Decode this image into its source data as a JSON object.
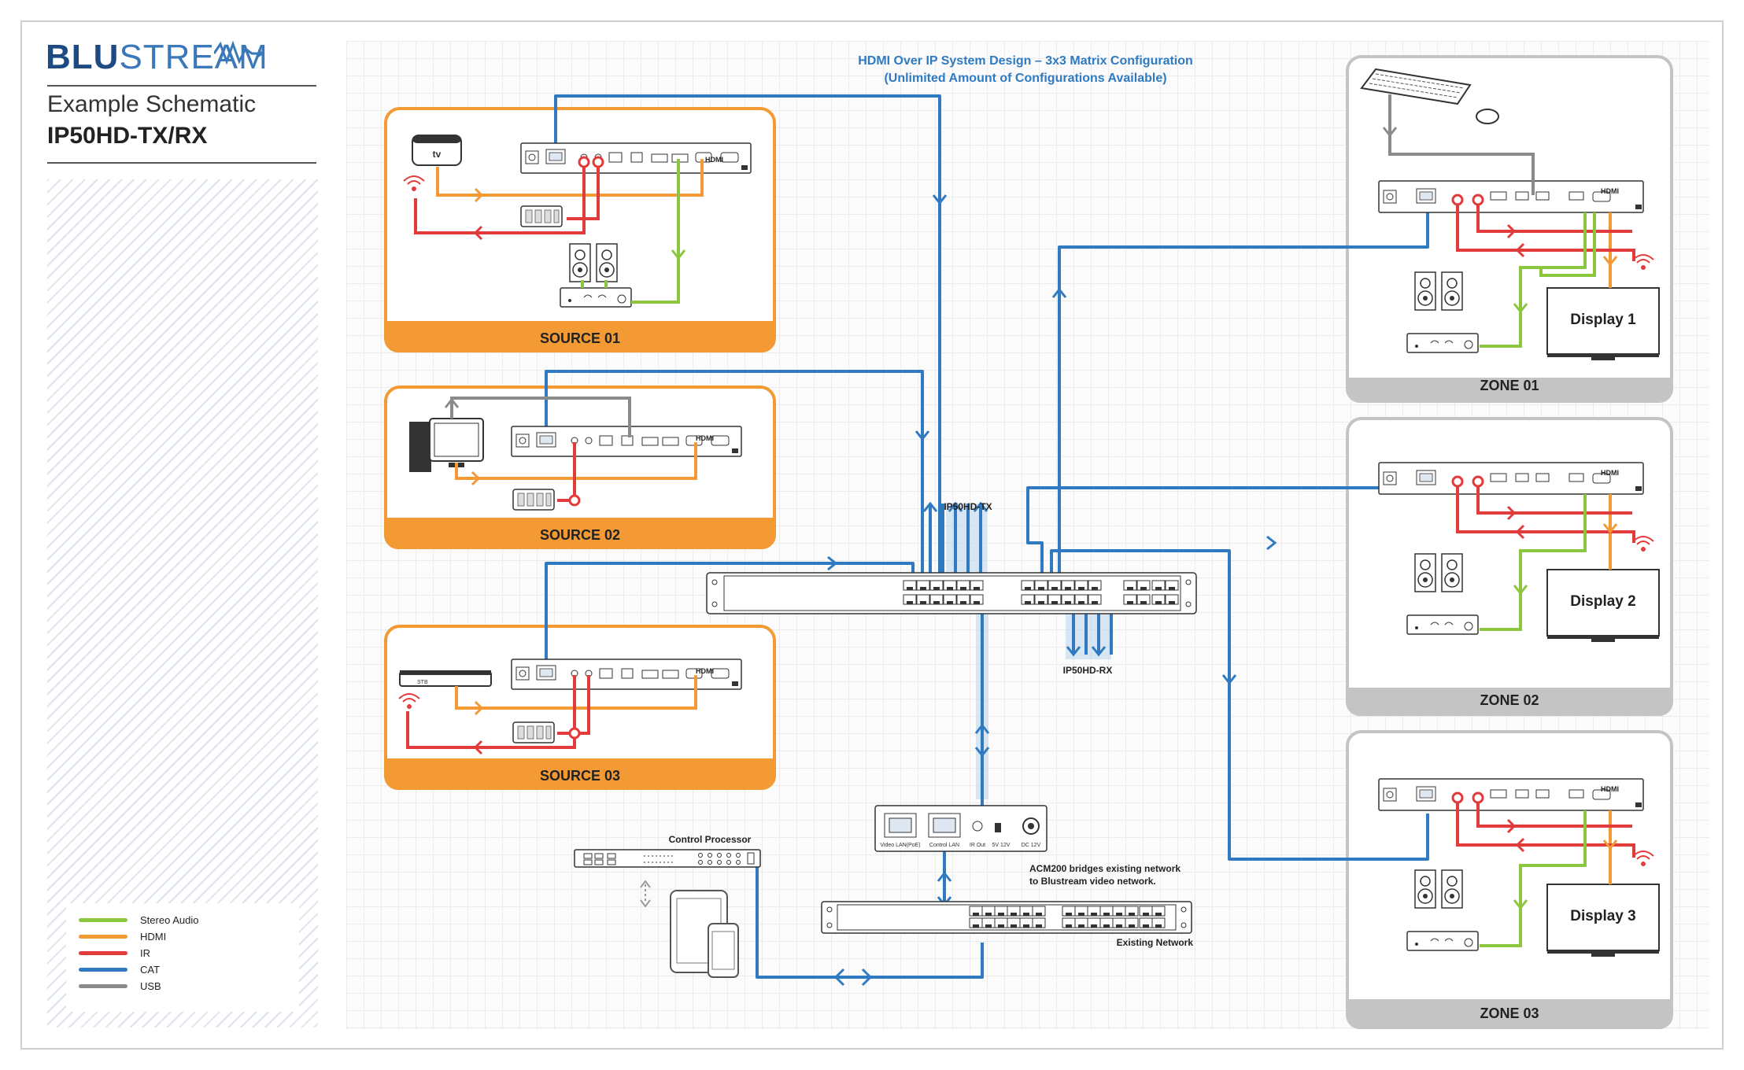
{
  "brand": {
    "logo_bold": "BLU",
    "logo_light": "STREAM"
  },
  "header": {
    "subtitle": "Example Schematic",
    "model": "IP50HD-TX/RX"
  },
  "diagram_title": {
    "line1": "HDMI Over IP System Design – 3x3 Matrix Configuration",
    "line2": "(Unlimited Amount of Configurations Available)"
  },
  "sources": [
    {
      "label": "SOURCE 01",
      "device": "apple-tv"
    },
    {
      "label": "SOURCE 02",
      "device": "pc-workstation"
    },
    {
      "label": "SOURCE 03",
      "device": "set-top-box"
    }
  ],
  "zones": [
    {
      "label": "ZONE 01",
      "display": "Display 1"
    },
    {
      "label": "ZONE 02",
      "display": "Display 2"
    },
    {
      "label": "ZONE 03",
      "display": "Display 3"
    }
  ],
  "labels": {
    "tx": "IP50HD-TX",
    "rx": "IP50HD-RX",
    "control_processor": "Control Processor",
    "acm_note_1": "ACM200 bridges existing network",
    "acm_note_2": "to Blustream video network.",
    "existing_network": "Existing Network",
    "acm_ports": [
      "Video LAN(PoE)",
      "Control LAN",
      "IR Out",
      "5V  12V",
      "DC 12V"
    ]
  },
  "device_text": {
    "hdmi": "HDMI",
    "stb": "STB"
  },
  "legend": [
    {
      "label": "Stereo Audio",
      "color": "#8cc63f"
    },
    {
      "label": "HDMI",
      "color": "#f39a34"
    },
    {
      "label": "IR",
      "color": "#e23b3b"
    },
    {
      "label": "CAT",
      "color": "#2f7ac0"
    },
    {
      "label": "USB",
      "color": "#8a8a8a"
    }
  ],
  "colors": {
    "source_orange": "#f39a34",
    "zone_gray": "#c4c4c4",
    "cat_blue": "#2f7ac0",
    "ir_red": "#e23b3b",
    "audio_green": "#8cc63f",
    "usb_gray": "#8a8a8a",
    "title_blue": "#2f7ac0"
  }
}
